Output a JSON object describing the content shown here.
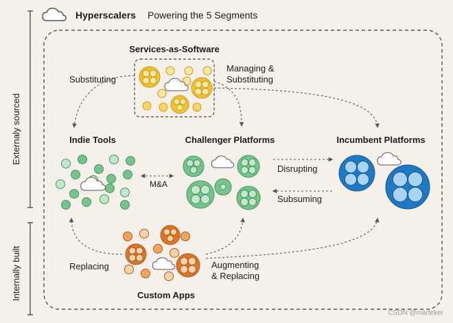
{
  "header": {
    "title": "Hyperscalers",
    "subtitle": "Powering the 5 Segments",
    "icon": "cloud-icon"
  },
  "side_labels": {
    "top": "Externaly sourced",
    "bottom": "Internally built"
  },
  "nodes": {
    "services": "Services-as-Software",
    "indie": "Indie Tools",
    "challenger": "Challenger Platforms",
    "incumbent": "Incumbent Platforms",
    "custom": "Custom Apps"
  },
  "edges": {
    "substituting": "Substituting",
    "managing_line1": "Managing &",
    "managing_line2": "Substituting",
    "ma": "M&A",
    "disrupting": "Disrupting",
    "subsuming": "Subsuming",
    "replacing": "Replacing",
    "augmenting_line1": "Augmenting",
    "augmenting_line2": "& Replacing"
  },
  "watermark": "CSDN @marteker",
  "colors": {
    "background": "#f5f1ea",
    "yellow": "#f2c233",
    "yellow_fill": "#f7d669",
    "yellow_light": "#fbe7a4",
    "green": "#3d9a5b",
    "green_fill": "#78c28e",
    "green_light": "#c5e6cc",
    "blue": "#1f78c2",
    "blue_light": "#a9d5f2",
    "orange": "#d9762a",
    "orange_fill": "#f1a55d",
    "orange_light": "#f8d2ab",
    "line": "#555555"
  }
}
